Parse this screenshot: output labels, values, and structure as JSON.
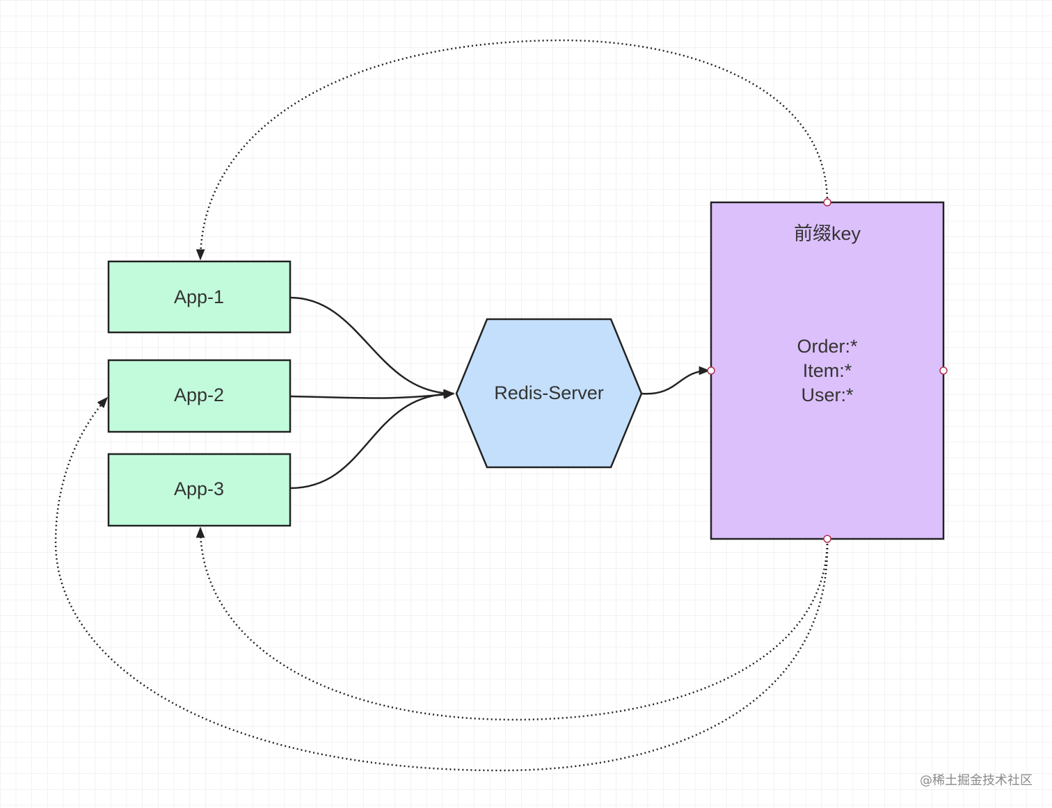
{
  "diagram": {
    "nodes": {
      "app1": {
        "label": "App-1"
      },
      "app2": {
        "label": "App-2"
      },
      "app3": {
        "label": "App-3"
      },
      "redis": {
        "label": "Redis-Server"
      },
      "prefix": {
        "title": "前缀key",
        "lines": [
          "Order:*",
          "Item:*",
          "User:*"
        ]
      }
    },
    "edges": [
      {
        "from": "app1",
        "to": "redis",
        "style": "solid"
      },
      {
        "from": "app2",
        "to": "redis",
        "style": "solid"
      },
      {
        "from": "app3",
        "to": "redis",
        "style": "solid"
      },
      {
        "from": "redis",
        "to": "prefix",
        "style": "solid"
      },
      {
        "from": "prefix",
        "to": "app1",
        "style": "dotted"
      },
      {
        "from": "prefix",
        "to": "app2",
        "style": "dotted"
      },
      {
        "from": "prefix",
        "to": "app3",
        "style": "dotted"
      }
    ],
    "colors": {
      "app_fill": "#c2fbdc",
      "redis_fill": "#c4dffb",
      "prefix_fill": "#dcc0fb",
      "stroke": "#222222",
      "grid": "#e8e8e8"
    }
  },
  "watermark": "@稀土掘金技术社区"
}
